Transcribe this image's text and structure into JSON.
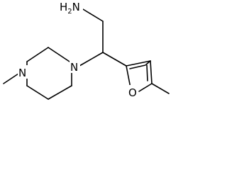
{
  "molecule": {
    "atoms": {
      "amine_nitrogen": "H2N",
      "piperazine_nitrogen_attached": "N",
      "piperazine_nitrogen_methyl": "N",
      "furan_oxygen": "O"
    }
  }
}
